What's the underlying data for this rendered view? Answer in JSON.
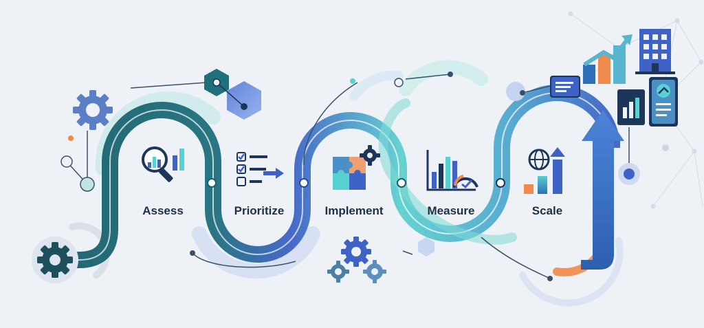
{
  "stages": [
    {
      "label": "Assess",
      "icon": "magnifier-chart-icon"
    },
    {
      "label": "Prioritize",
      "icon": "checklist-arrow-icon"
    },
    {
      "label": "Implement",
      "icon": "puzzle-gear-icon"
    },
    {
      "label": "Measure",
      "icon": "bar-chart-gauge-icon"
    },
    {
      "label": "Scale",
      "icon": "globe-growth-icon"
    }
  ],
  "colors": {
    "background": "#eef1f6",
    "teal_dark": "#175f6c",
    "teal_light": "#58d2d0",
    "blue": "#3e62c6",
    "navy": "#1d3559",
    "orange": "#f08a4b",
    "text": "#1f2f44"
  }
}
